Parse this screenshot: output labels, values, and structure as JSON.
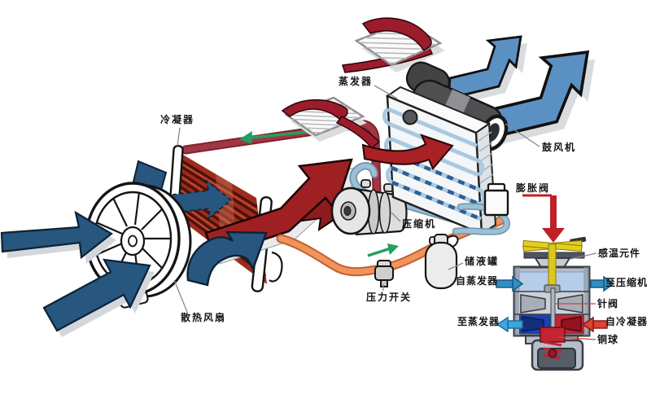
{
  "components": {
    "condenser": {
      "label": "冷凝器"
    },
    "evaporator": {
      "label": "蒸发器"
    },
    "blower": {
      "label": "鼓风机"
    },
    "expansion_valve": {
      "label": "膨胀阀"
    },
    "compressor": {
      "label": "压缩机"
    },
    "receiver_drier": {
      "label": "储液罐"
    },
    "pressure_switch": {
      "label": "压力开关"
    },
    "radiator_fan": {
      "label": "散热风扇"
    }
  },
  "valve_detail": {
    "sensing_element": "感温元件",
    "from_evaporator": "自蒸发器",
    "to_compressor": "至压缩机",
    "needle_valve": "针阀",
    "to_evaporator": "至蒸发器",
    "from_condenser": "自冷凝器",
    "copper_ball": "铜球"
  },
  "colors": {
    "cold_air_arrow": "#5b90c2",
    "ambient_air_arrow": "#27567e",
    "hot_air_arrow": "#9e2023",
    "discharge_pipe": "#a23744",
    "liquid_pipe": "#f0945f",
    "suction_pipe": "#9cc0d6",
    "flow_arrow": "#23a05c",
    "valve_hot_side": "#c22433",
    "valve_cold_side": "#1c40ae",
    "sensing_bulb": "#ddc71e"
  }
}
